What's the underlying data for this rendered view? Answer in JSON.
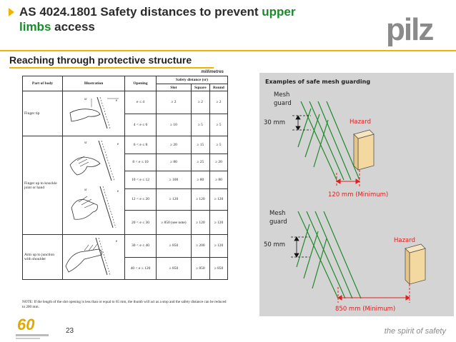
{
  "header": {
    "title_part1": "AS 4024.1801 Safety distances to prevent ",
    "title_highlight1": "upper",
    "title_highlight2": "limbs",
    "title_part2": " access",
    "logo_text": "pilz"
  },
  "subtitle": "Reaching  through protective structure",
  "table": {
    "units": "millimetres",
    "col_part": "Part of body",
    "col_illustration": "Illustration",
    "col_opening": "Opening",
    "col_safety": "Safety distance (sr)",
    "col_slot": "Slot",
    "col_square": "Square",
    "col_round": "Round",
    "groups": [
      {
        "part": "Finger tip",
        "rows": [
          {
            "opening": "e ≤ 4",
            "slot": "≥ 2",
            "square": "≥ 2",
            "round": "≥ 2"
          },
          {
            "opening": "4 < e ≤ 6",
            "slot": "≥ 10",
            "square": "≥ 5",
            "round": "≥ 5"
          }
        ]
      },
      {
        "part": "Finger up to knuckle joint or hand",
        "rows": [
          {
            "opening": "6 < e ≤ 8",
            "slot": "≥ 20",
            "square": "≥ 15",
            "round": "≥ 5"
          },
          {
            "opening": "8 < e ≤ 10",
            "slot": "≥ 80",
            "square": "≥ 25",
            "round": "≥ 20"
          },
          {
            "opening": "10 < e ≤ 12",
            "slot": "≥ 100",
            "square": "≥ 80",
            "round": "≥ 80"
          },
          {
            "opening": "12 < e ≤ 20",
            "slot": "≥ 120",
            "square": "≥ 120",
            "round": "≥ 120"
          },
          {
            "opening": "20 < e ≤ 30",
            "slot": "≥ 850 (see note)",
            "square": "≥ 120",
            "round": "≥ 120"
          }
        ]
      },
      {
        "part": "Arm up to junction with shoulder",
        "rows": [
          {
            "opening": "30 < e ≤ 40",
            "slot": "≥ 850",
            "square": "≥ 200",
            "round": "≥ 120"
          },
          {
            "opening": "40 < e ≤ 120",
            "slot": "≥ 850",
            "square": "≥ 850",
            "round": "≥ 850"
          }
        ]
      }
    ],
    "note": "NOTE: If the length of the slot opening is less than or equal to 65 mm, the thumb will act as a stop and the safety distance can be reduced to 200 mm."
  },
  "panel": {
    "title": "Examples of safe mesh guarding",
    "top": {
      "mesh_label_1": "Mesh",
      "mesh_label_2": "guard",
      "gap": "30 mm",
      "hazard": "Hazard",
      "distance": "120 mm (Minimum)"
    },
    "bottom": {
      "mesh_label_1": "Mesh",
      "mesh_label_2": "guard",
      "gap": "50 mm",
      "hazard": "Hazard",
      "distance": "850 mm (Minimum)"
    }
  },
  "footer": {
    "page_number": "23",
    "slogan": "the spirit of safety",
    "badge_number": "60"
  },
  "colors": {
    "accent": "#f0b400",
    "highlight": "#1a8a2a",
    "mesh": "#1f8a2a",
    "hazard_fill": "#f3d9a0",
    "red": "#e02020"
  }
}
